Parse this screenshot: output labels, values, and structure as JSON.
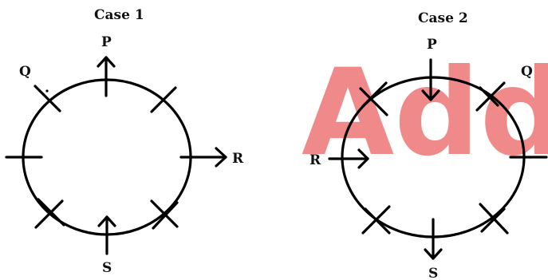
{
  "watermark": {
    "text": "Adda",
    "color": "#f08a8a"
  },
  "cases": [
    {
      "title": "Case 1",
      "persons": [
        {
          "name": "P",
          "facing": "outward"
        },
        {
          "name": "Q",
          "facing": ""
        },
        {
          "name": "R",
          "facing": "outward"
        },
        {
          "name": "S",
          "facing": "inward"
        }
      ]
    },
    {
      "title": "Case 2",
      "persons": [
        {
          "name": "P",
          "facing": "inward"
        },
        {
          "name": "Q",
          "facing": ""
        },
        {
          "name": "R",
          "facing": "inward"
        },
        {
          "name": "S",
          "facing": "outward"
        }
      ]
    }
  ]
}
